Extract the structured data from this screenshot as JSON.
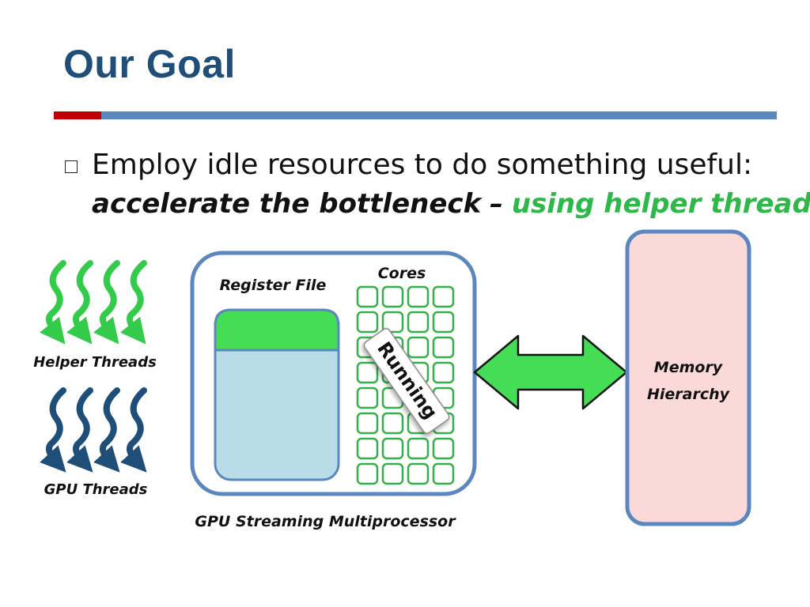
{
  "slide": {
    "title": "Our Goal",
    "bullet": {
      "text": "Employ idle resources to do something useful:",
      "emphasis": "accelerate the bottleneck",
      "dash": "–",
      "highlight": "using helper threads"
    }
  },
  "diagram": {
    "helper_threads_label": "Helper Threads",
    "gpu_threads_label": "GPU Threads",
    "register_file_label": "Register File",
    "cores_label": "Cores",
    "running_label": "Running",
    "sm_label": "GPU Streaming Multiprocessor",
    "memory_label_line1": "Memory",
    "memory_label_line2": "Hierarchy"
  },
  "colors": {
    "title": "#1f4e79",
    "helper_threads": "#33cc4a",
    "gpu_threads": "#1f4e79",
    "register_green": "#44dd55",
    "register_blue": "#b8dde8",
    "core_border": "#33b04a",
    "memory_fill": "#fcd9d9",
    "box_border": "#5b86c0"
  }
}
